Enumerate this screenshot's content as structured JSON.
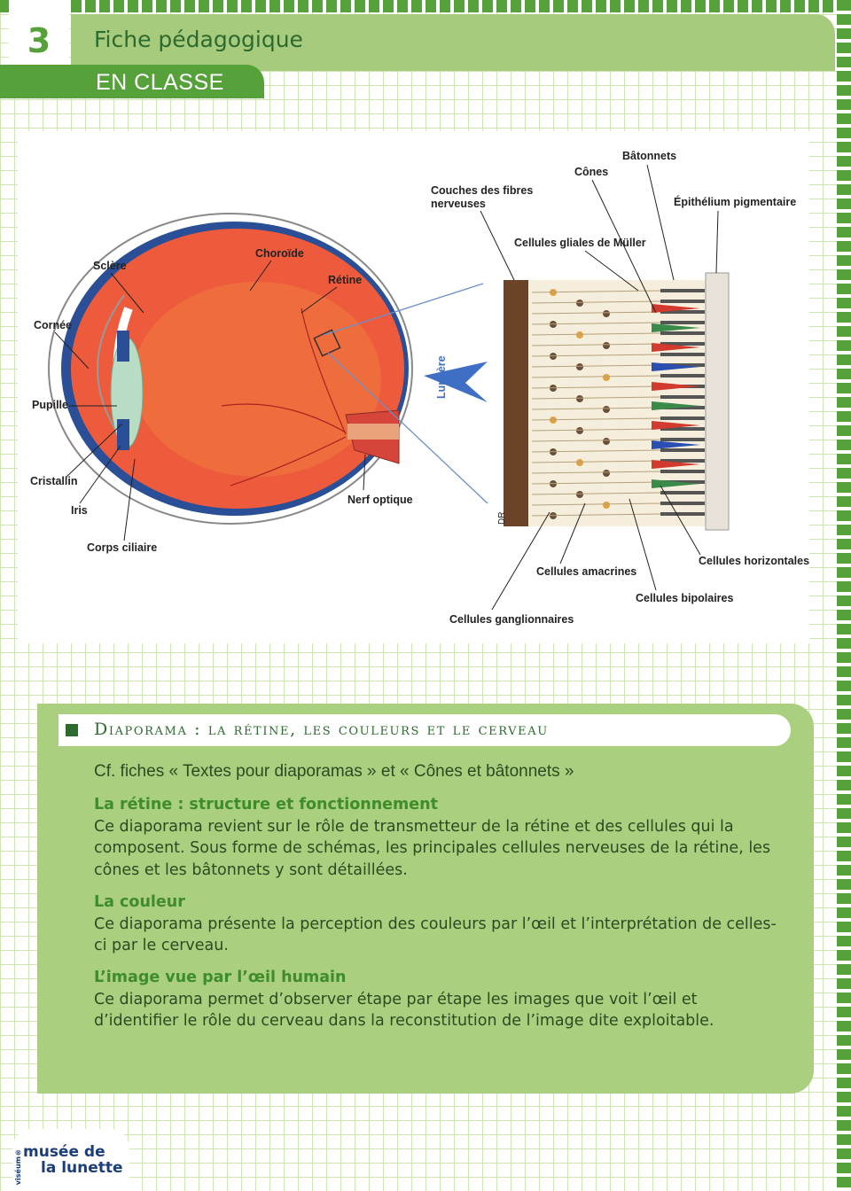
{
  "header": {
    "page_number": "3",
    "title": "Fiche pédagogique",
    "section_tab": "EN CLASSE"
  },
  "figure": {
    "labels": {
      "sclere": "Sclère",
      "choroide": "Choroïde",
      "retine": "Rétine",
      "cornee": "Cornée",
      "pupille": "Pupille",
      "cristallin": "Cristallin",
      "iris": "Iris",
      "corps_ciliaire": "Corps ciliaire",
      "nerf_optique": "Nerf optique",
      "lumiere": "Lumière",
      "couches_fibres_1": "Couches des fibres",
      "couches_fibres_2": "nerveuses",
      "cones": "Cônes",
      "batonnets": "Bâtonnets",
      "epithelium": "Épithélium pigmentaire",
      "cellules_gliales": "Cellules gliales de Müller",
      "dr": "DR",
      "cellules_amacrines": "Cellules amacrines",
      "cellules_horizontales": "Cellules horizontales",
      "cellules_bipolaires": "Cellules bipolaires",
      "cellules_ganglionnaires": "Cellules ganglionnaires"
    },
    "colors": {
      "eye_fill": "#ee5b3c",
      "sclera": "#ffffff",
      "choroid": "#2a4f96",
      "lens": "#b9dcc4",
      "nerve": "#d6453a",
      "arrow": "#3f6fc4"
    }
  },
  "section": {
    "heading": "Diaporama : la rétine, les couleurs et le cerveau",
    "intro": "Cf. fiches « Textes pour diaporamas » et « Cônes et bâtonnets »",
    "blocks": [
      {
        "title": "La rétine : structure et fonctionnement",
        "text": "Ce diaporama revient sur le rôle de transmetteur de la rétine et des cellules qui la composent. Sous forme de schémas, les principales cellules nerveuses de la rétine, les cônes et les bâtonnets y sont détaillées."
      },
      {
        "title": "La couleur",
        "text": "Ce diaporama présente la perception des couleurs par l’œil et l’interprétation de celles-ci par le cerveau."
      },
      {
        "title": "L’image vue par l’œil humain",
        "text": "Ce diaporama permet d’observer étape par étape les images que voit l’œil et d’identifier le rôle du cerveau dans la reconstitution de l’image dite exploitable."
      }
    ]
  },
  "logo": {
    "line1": "musée de",
    "line2": "la lunette",
    "vertical": "viséum®"
  }
}
